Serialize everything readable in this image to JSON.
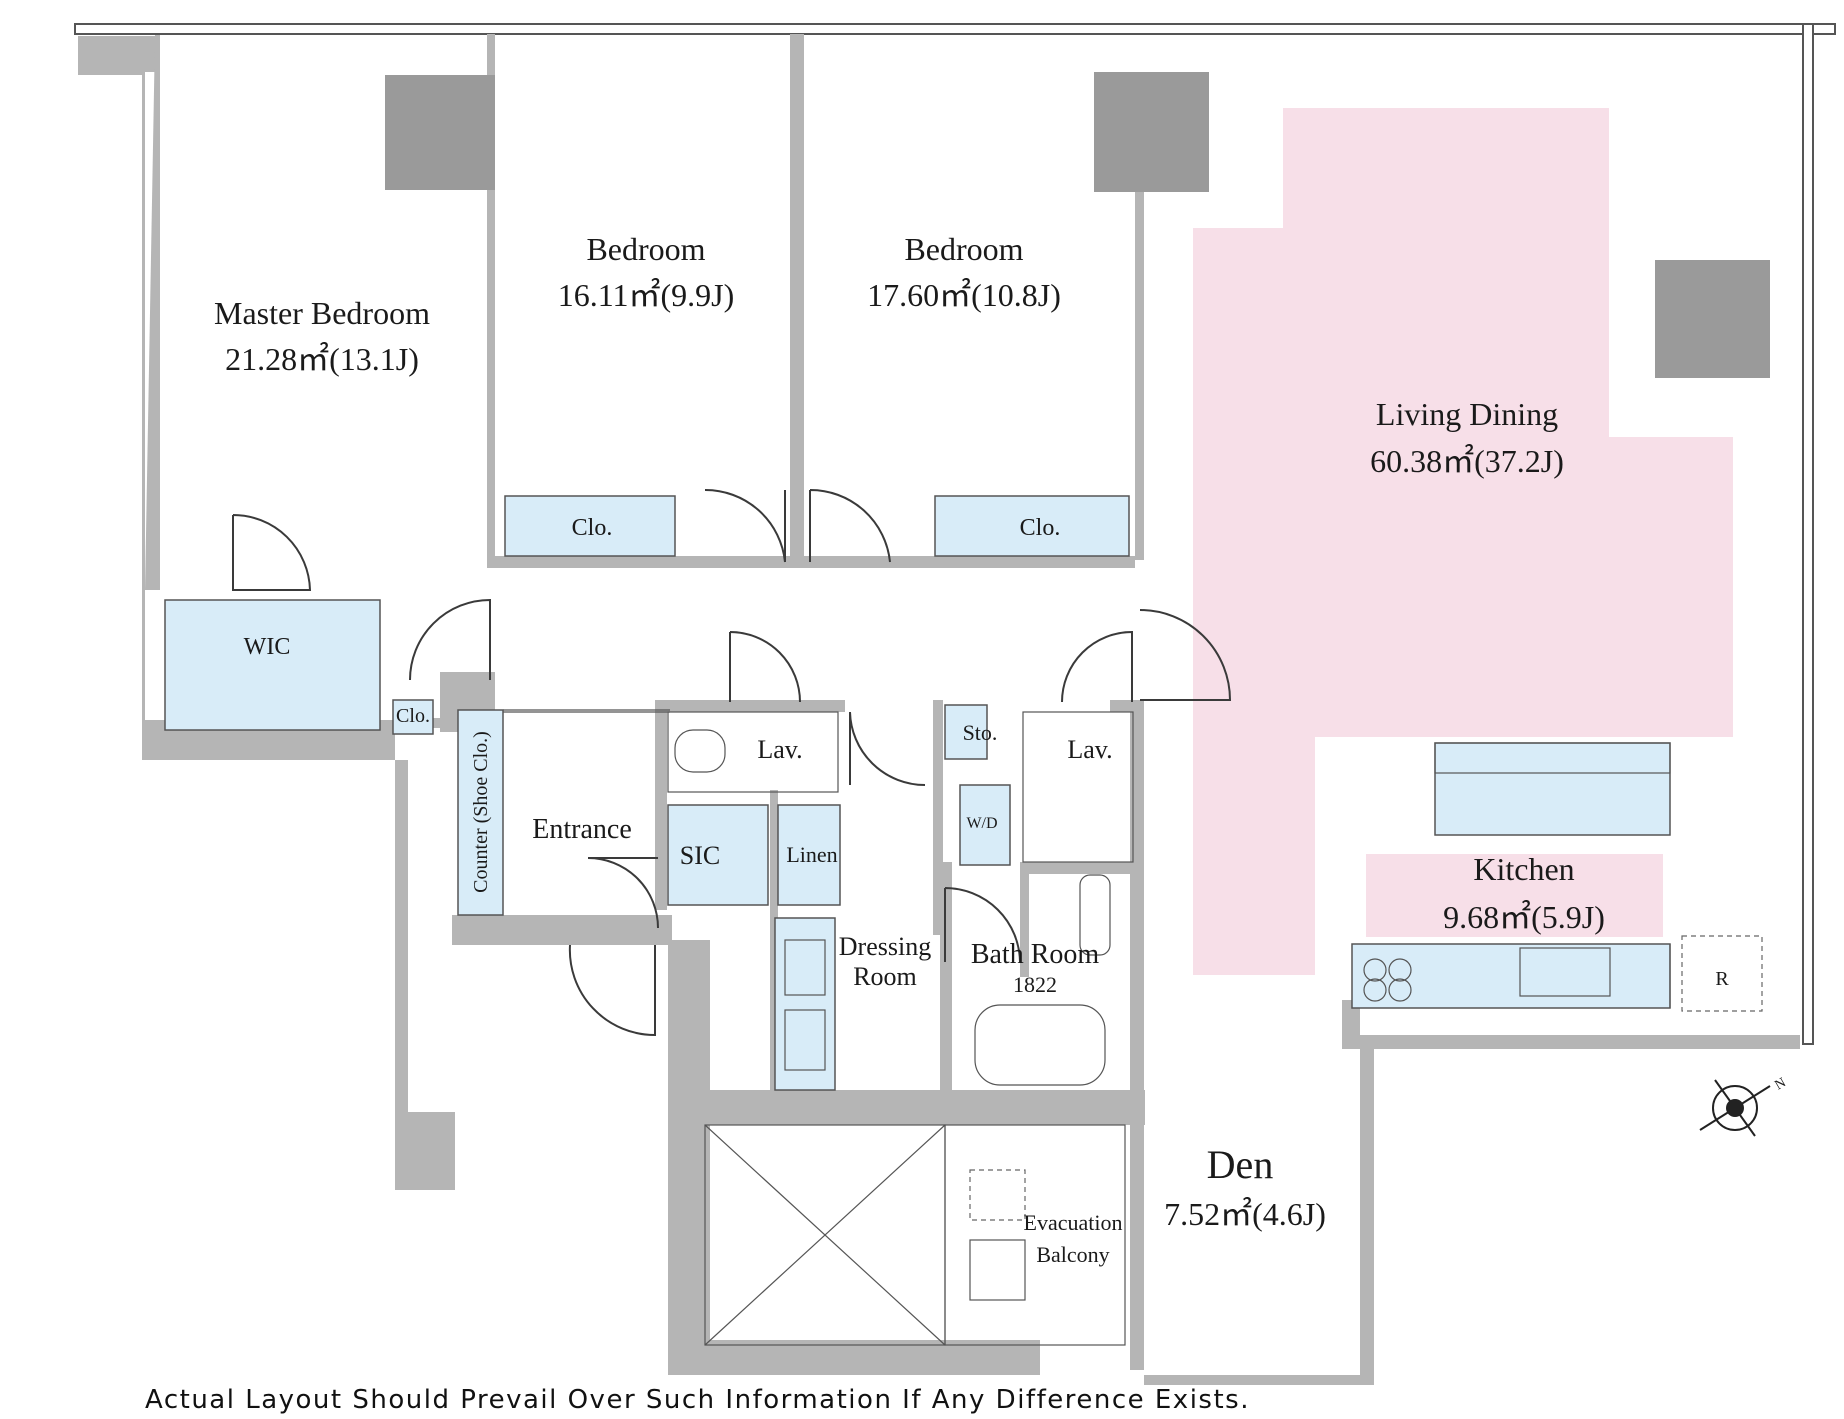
{
  "rooms": {
    "master_bedroom": {
      "name": "Master Bedroom",
      "area": "21.28㎡(13.1J)"
    },
    "bedroom_1": {
      "name": "Bedroom",
      "area": "16.11㎡(9.9J)"
    },
    "bedroom_2": {
      "name": "Bedroom",
      "area": "17.60㎡(10.8J)"
    },
    "living_dining": {
      "name": "Living Dining",
      "area": "60.38㎡(37.2J)"
    },
    "kitchen": {
      "name": "Kitchen",
      "area": "9.68㎡(5.9J)"
    },
    "den": {
      "name": "Den",
      "area": "7.52㎡(4.6J)"
    },
    "entrance": {
      "name": "Entrance"
    },
    "dressing_room": {
      "line1": "Dressing",
      "line2": "Room"
    },
    "bath_room": {
      "name": "Bath Room",
      "size": "1822"
    },
    "evacuation_balcony": {
      "line1": "Evacuation",
      "line2": "Balcony"
    }
  },
  "fixtures": {
    "clo_1": "Clo.",
    "clo_2": "Clo.",
    "clo_3": "Clo.",
    "wic": "WIC",
    "sic": "SIC",
    "linen": "Linen",
    "lav_1": "Lav.",
    "lav_2": "Lav.",
    "sto": "Sto.",
    "wd": "W/D",
    "refrigerator": "R",
    "counter": "Counter (Shoe Clo.)"
  },
  "compass": {
    "north": "N"
  },
  "colors": {
    "wall": "#b5b5b5",
    "pillar": "#9a9a9a",
    "storage": "#d8ecf8",
    "living": "#f7dfe8"
  },
  "disclaimer": "Actual Layout Should Prevail Over Such Information If Any Difference Exists."
}
